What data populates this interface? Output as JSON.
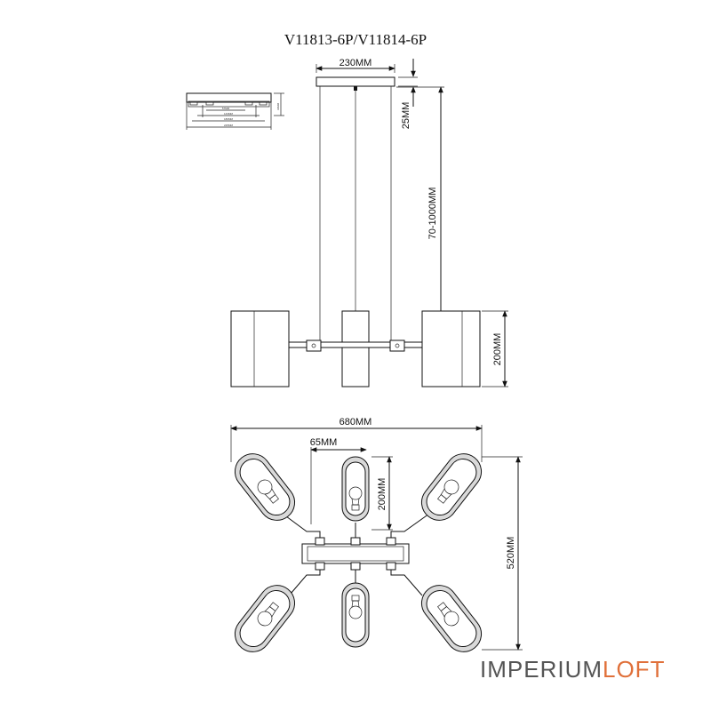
{
  "title": "V11813-6P/V11814-6P",
  "dimensions": {
    "canopy_width": "230MM",
    "canopy_height": "25MM",
    "suspension_length": "70-1000MM",
    "shade_height_side": "200MM",
    "overall_width": "680MM",
    "arm_offset": "65MM",
    "shade_height_top": "200MM",
    "overall_depth": "520MM"
  },
  "mount_detail": {
    "label_1": "57MM",
    "label_2": "143MM",
    "label_3": "180MM",
    "label_4": "225MM",
    "label_5": "33MM"
  },
  "logo": {
    "part1": "IMPERIUM",
    "part2": "LOFT",
    "color1": "#555555",
    "color2": "#e0703a"
  }
}
